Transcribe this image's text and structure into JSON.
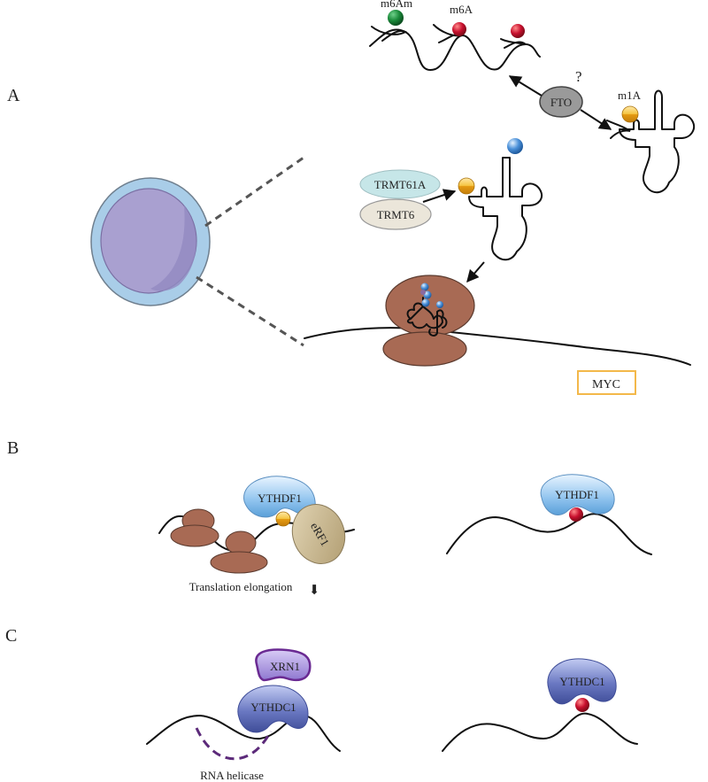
{
  "panels": {
    "a": {
      "letter": "A"
    },
    "b": {
      "letter": "B"
    },
    "c": {
      "letter": "C"
    }
  },
  "labels": {
    "m6am": "m6Am",
    "m6a": "m6A",
    "m1a": "m1A",
    "fto": "FTO",
    "question": "?",
    "trmt61a": "TRMT61A",
    "trmt6": "TRMT6",
    "myc": "MYC",
    "ythdf1_left": "YTHDF1",
    "erf1": "eRF1",
    "ythdf1_right": "YTHDF1",
    "translation_elongation": "Translation elongation",
    "down_arrow": "⬇",
    "xrn1": "XRN1",
    "ythdc1_left": "YTHDC1",
    "ythdc1_right": "YTHDC1",
    "rna_helicase": "RNA helicase"
  },
  "colors": {
    "cell_membrane": "#a9cde8",
    "cell_nucleus": "#a9a0d0",
    "ribosome": "#a86a54",
    "m6a_dot": "#c8102e",
    "m6am_dot": "#1a8a3a",
    "m1a_dot": "#f0b323",
    "trna_tip_dot": "#4a90d9",
    "fto": "#9a9a9a",
    "trmt61a": "#c6e6e8",
    "trmt6": "#ebe6da",
    "ythdf1": "#9ccbee",
    "erf1": "#c4b48e",
    "ythdc1": "#6a78c2",
    "xrn1": "#9a86d6",
    "myc_box": "#f3b84a",
    "helicase": "#5c2a7a"
  }
}
